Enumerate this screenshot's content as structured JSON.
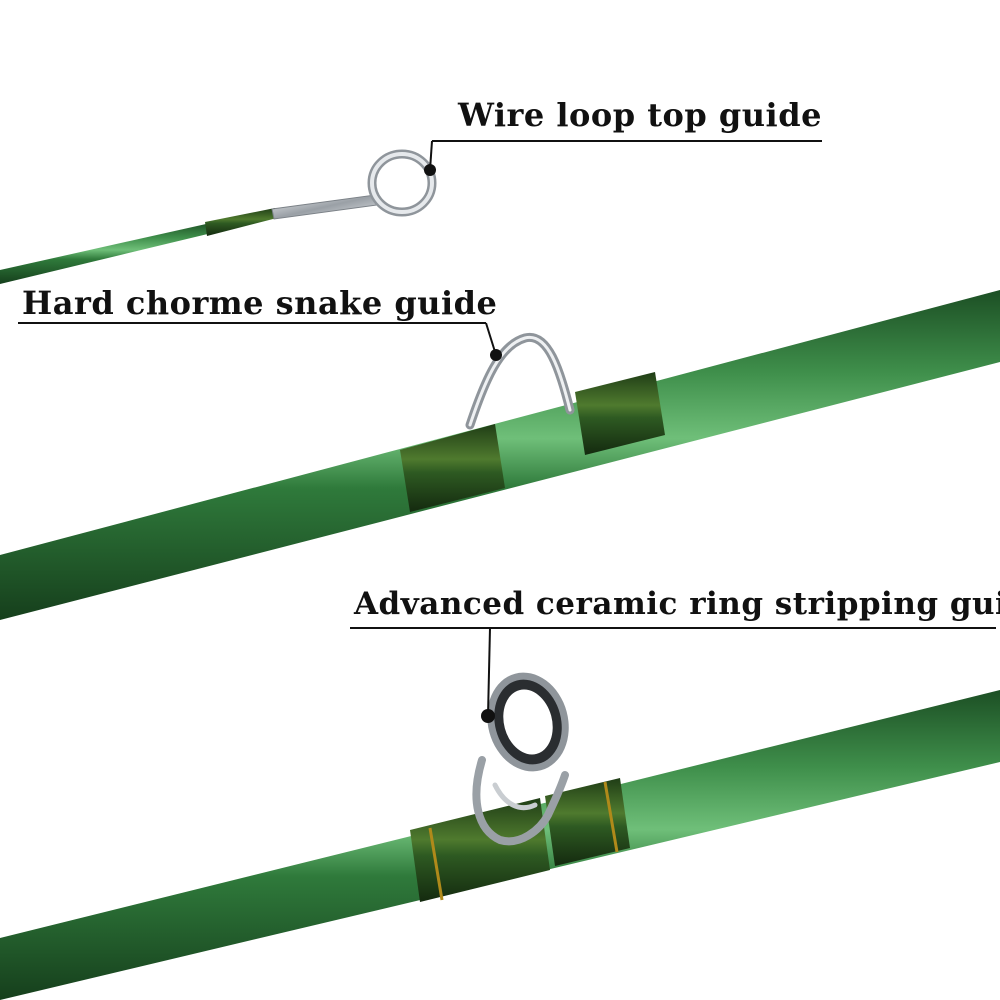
{
  "callouts": {
    "top_guide": "Wire loop top guide",
    "snake_guide": "Hard chorme snake guide",
    "stripping_guide": "Advanced ceramic ring stripping guide"
  },
  "colors": {
    "background": "#ffffff",
    "rod_green": "#2f7a3b",
    "rod_green_dark": "#1c4f24",
    "wrap_green": "#2e5a22",
    "trim_gold": "#b08a1a",
    "metal": "#b8bcc0",
    "label_text": "#111111",
    "leader_line": "#111111"
  }
}
